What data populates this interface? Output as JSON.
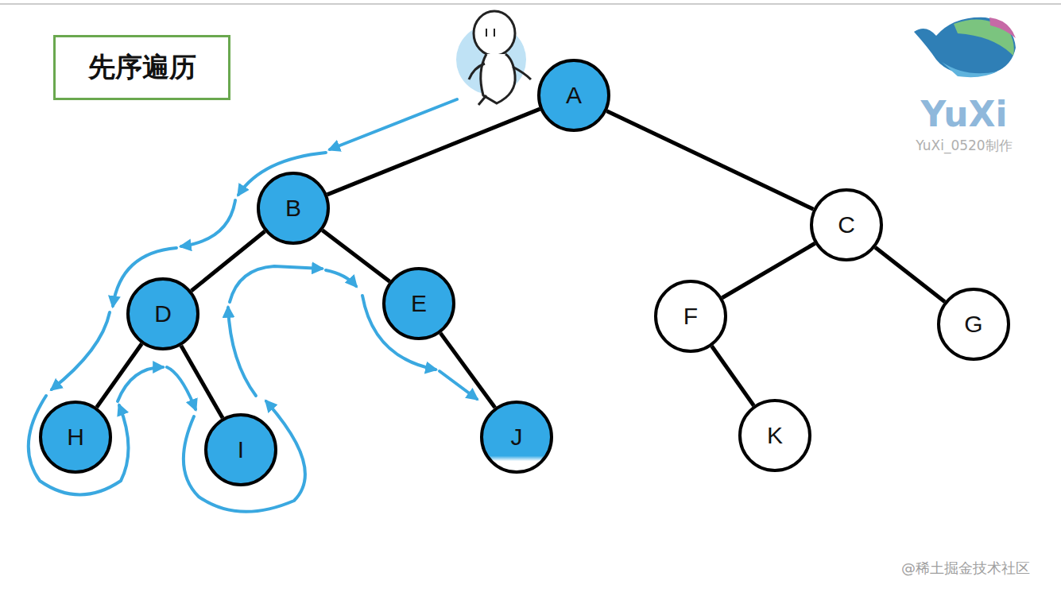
{
  "diagram": {
    "title": "先序遍历",
    "nodes": [
      {
        "text": [
          "A"
        ]
      },
      {
        "text": [
          "B"
        ]
      },
      {
        "text": [
          "C"
        ]
      },
      {
        "text": [
          "D"
        ]
      },
      {
        "text": [
          "E"
        ]
      },
      {
        "text": [
          "F"
        ]
      },
      {
        "text": [
          "G"
        ]
      },
      {
        "text": [
          "H"
        ]
      },
      {
        "text": [
          "I"
        ]
      },
      {
        "text": [
          "J"
        ]
      },
      {
        "text": [
          "K"
        ]
      }
    ],
    "edges": [
      {
        "from": 0,
        "to": 1,
        "arrow": "none"
      },
      {
        "from": 0,
        "to": 2,
        "arrow": "none"
      },
      {
        "from": 1,
        "to": 3,
        "arrow": "none"
      },
      {
        "from": 1,
        "to": 4,
        "arrow": "none"
      },
      {
        "from": 2,
        "to": 5,
        "arrow": "none"
      },
      {
        "from": 2,
        "to": 6,
        "arrow": "none"
      },
      {
        "from": 3,
        "to": 7,
        "arrow": "none"
      },
      {
        "from": 3,
        "to": 8,
        "arrow": "none"
      },
      {
        "from": 4,
        "to": 9,
        "arrow": "none"
      },
      {
        "from": 5,
        "to": 10,
        "arrow": "none"
      }
    ],
    "labels": [
      "YuXi",
      "YuXi_0520制作",
      "@稀土掘金技术社区"
    ]
  }
}
